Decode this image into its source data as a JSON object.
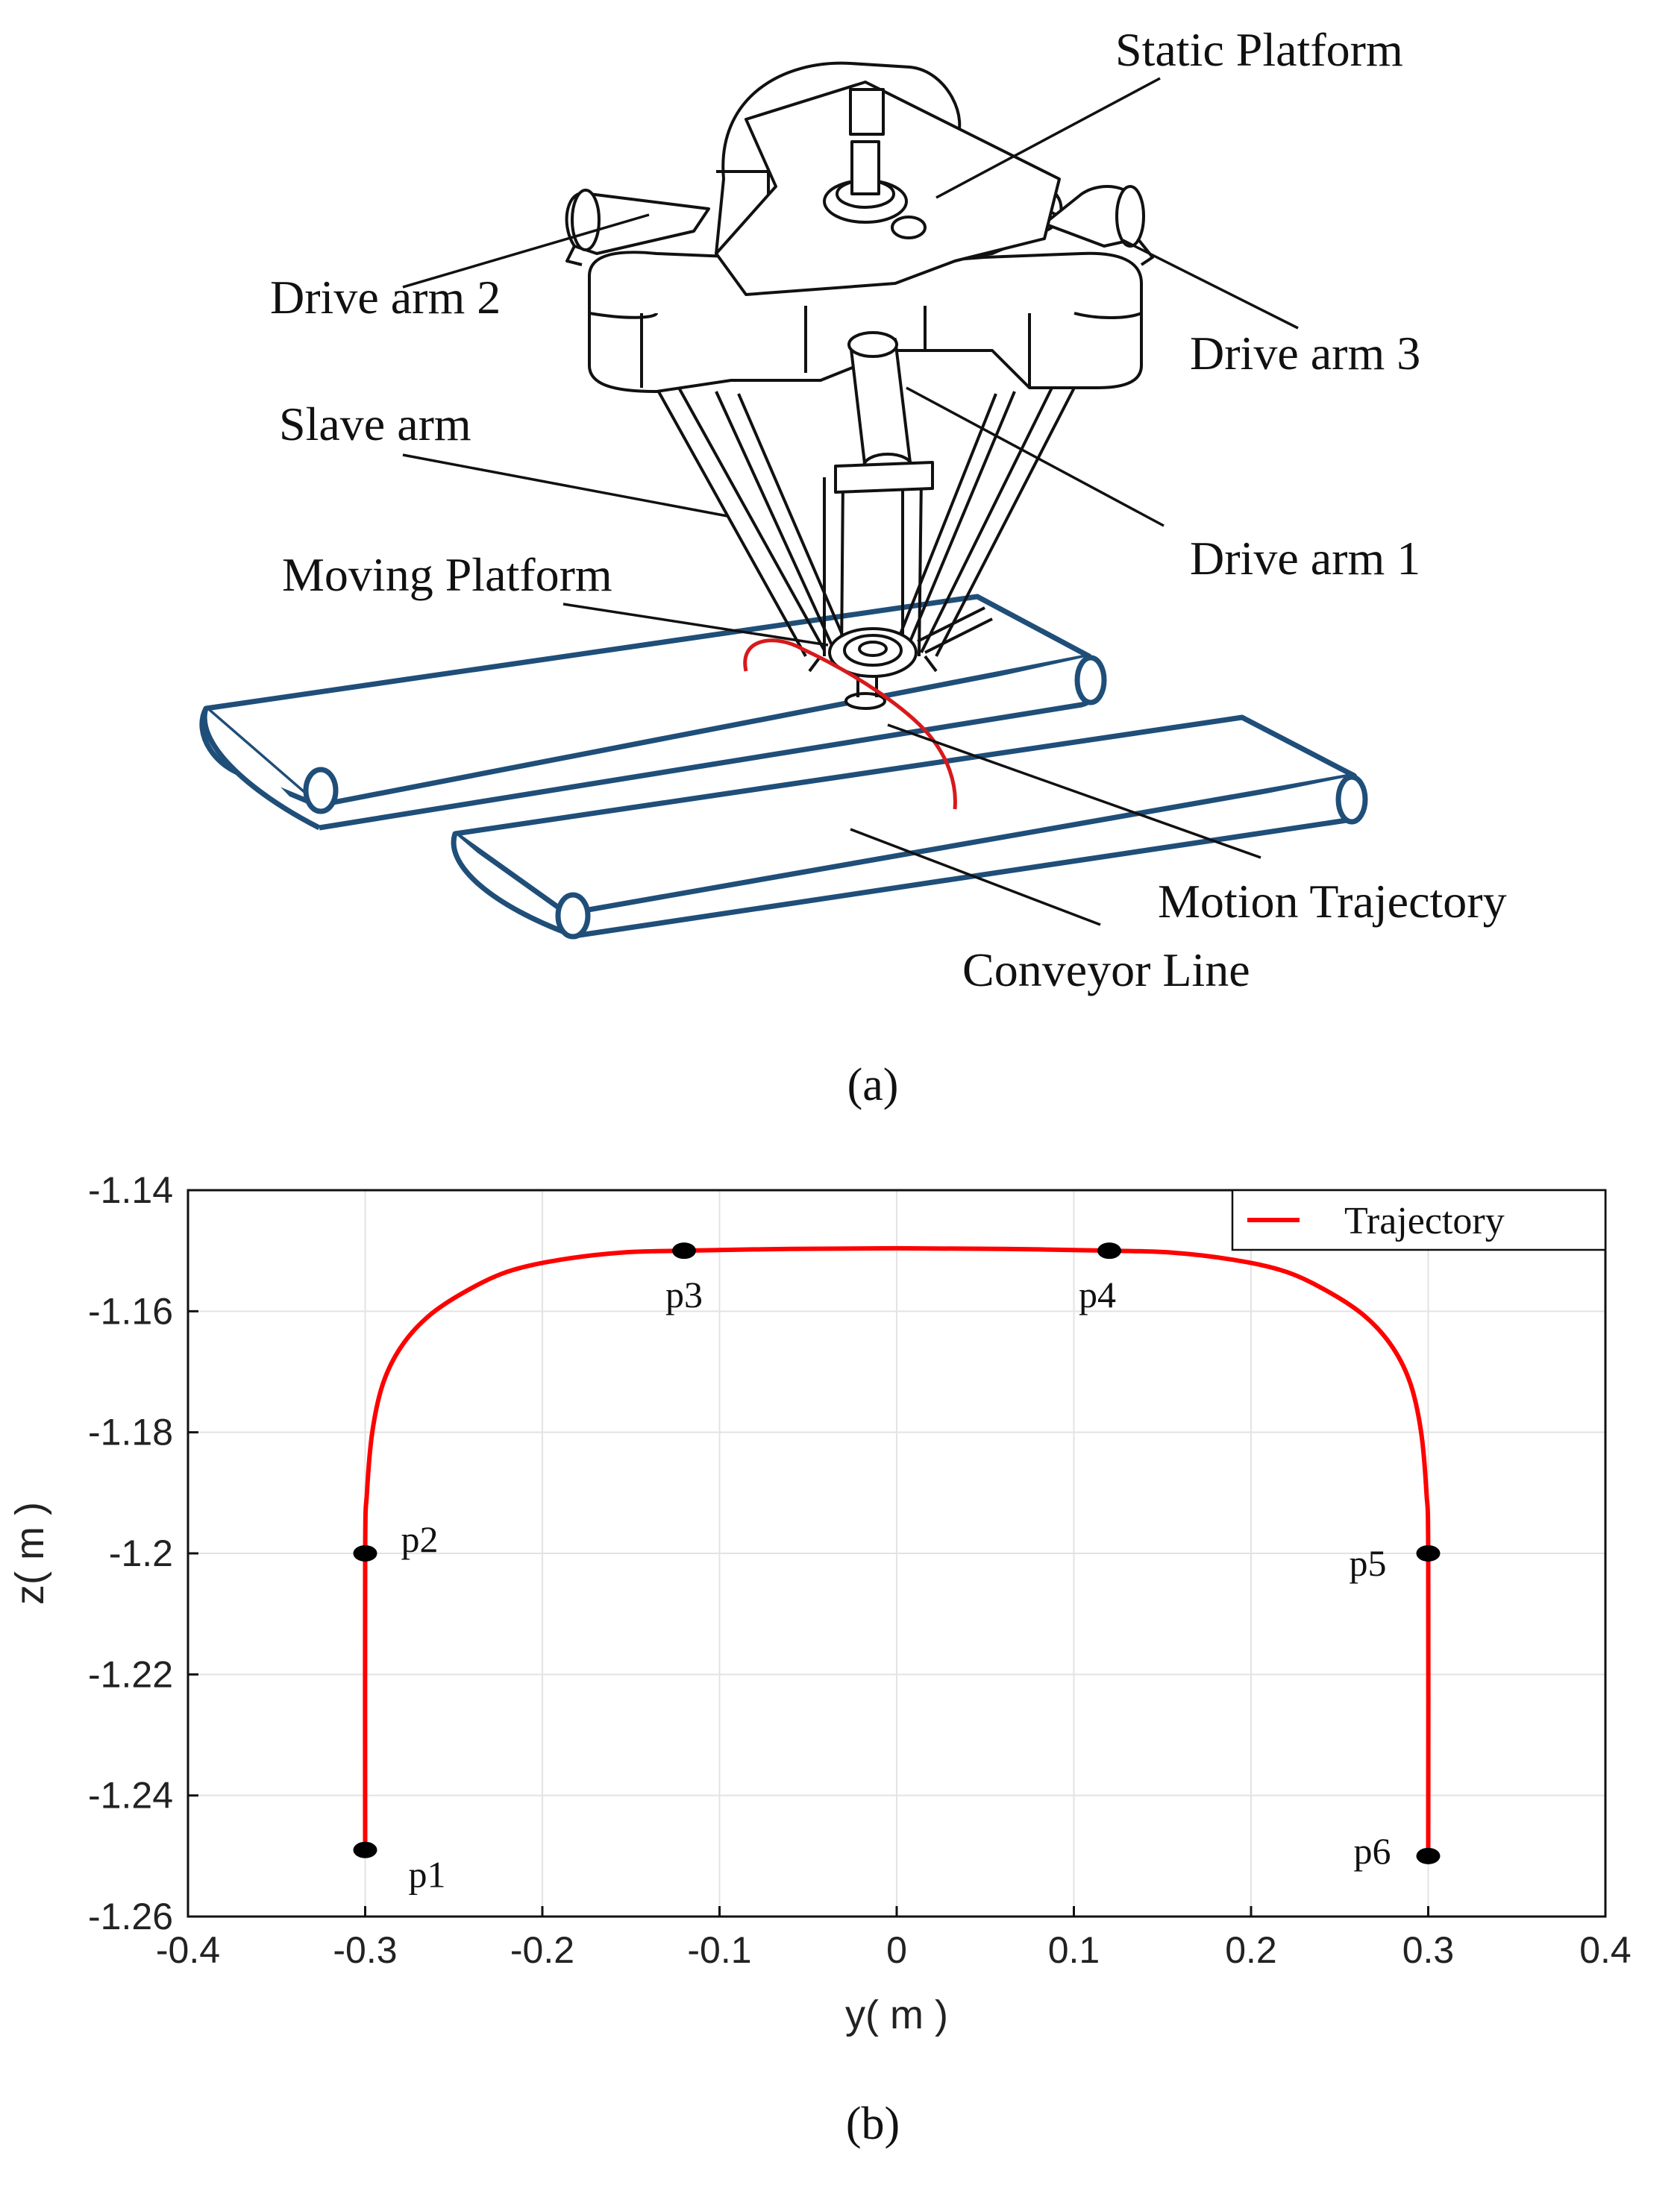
{
  "panel_a": {
    "labels": {
      "static_platform": "Static Platform",
      "drive_arm_2": "Drive arm 2",
      "drive_arm_3": "Drive arm 3",
      "slave_arm": "Slave arm",
      "drive_arm_1": "Drive arm 1",
      "moving_platform": "Moving Platform",
      "motion_trajectory": "Motion Trajectory",
      "conveyor_line": "Conveyor Line"
    },
    "caption": "(a)",
    "colors": {
      "conveyor": "#1f4e79",
      "trajectory": "#d7191c",
      "robot": "#111111"
    }
  },
  "panel_b": {
    "caption": "(b)",
    "chart_data": {
      "type": "line",
      "xlabel": "y( m )",
      "ylabel": "z( m )",
      "xlim": [
        -0.4,
        0.4
      ],
      "ylim": [
        -1.26,
        -1.14
      ],
      "x_ticks": [
        -0.4,
        -0.3,
        -0.2,
        -0.1,
        0,
        0.1,
        0.2,
        0.3,
        0.4
      ],
      "x_tick_labels": [
        "-0.4",
        "-0.3",
        "-0.2",
        "-0.1",
        "0",
        "0.1",
        "0.2",
        "0.3",
        "0.4"
      ],
      "y_ticks": [
        -1.14,
        -1.16,
        -1.18,
        -1.2,
        -1.22,
        -1.24,
        -1.26
      ],
      "y_tick_labels": [
        "-1.14",
        "-1.16",
        "-1.18",
        "-1.2",
        "-1.22",
        "-1.24",
        "-1.26"
      ],
      "grid": true,
      "legend_position": "top-right",
      "series": [
        {
          "name": "Trajectory",
          "color": "#ff0000",
          "x": [
            -0.3,
            -0.3,
            -0.299,
            -0.296,
            -0.29,
            -0.28,
            -0.265,
            -0.245,
            -0.22,
            -0.19,
            -0.155,
            -0.12,
            -0.06,
            0,
            0.06,
            0.12,
            0.155,
            0.19,
            0.22,
            0.245,
            0.265,
            0.28,
            0.29,
            0.296,
            0.299,
            0.3,
            0.3
          ],
          "y": [
            -1.249,
            -1.2,
            -1.19,
            -1.18,
            -1.172,
            -1.166,
            -1.161,
            -1.157,
            -1.1535,
            -1.1515,
            -1.1503,
            -1.15,
            -1.1497,
            -1.1496,
            -1.1497,
            -1.15,
            -1.1503,
            -1.1515,
            -1.1535,
            -1.157,
            -1.161,
            -1.166,
            -1.172,
            -1.18,
            -1.19,
            -1.2,
            -1.25
          ]
        }
      ],
      "points": [
        {
          "label": "p1",
          "x": -0.3,
          "y": -1.249
        },
        {
          "label": "p2",
          "x": -0.3,
          "y": -1.2
        },
        {
          "label": "p3",
          "x": -0.12,
          "y": -1.15
        },
        {
          "label": "p4",
          "x": 0.12,
          "y": -1.15
        },
        {
          "label": "p5",
          "x": 0.3,
          "y": -1.2
        },
        {
          "label": "p6",
          "x": 0.3,
          "y": -1.25
        }
      ]
    }
  }
}
